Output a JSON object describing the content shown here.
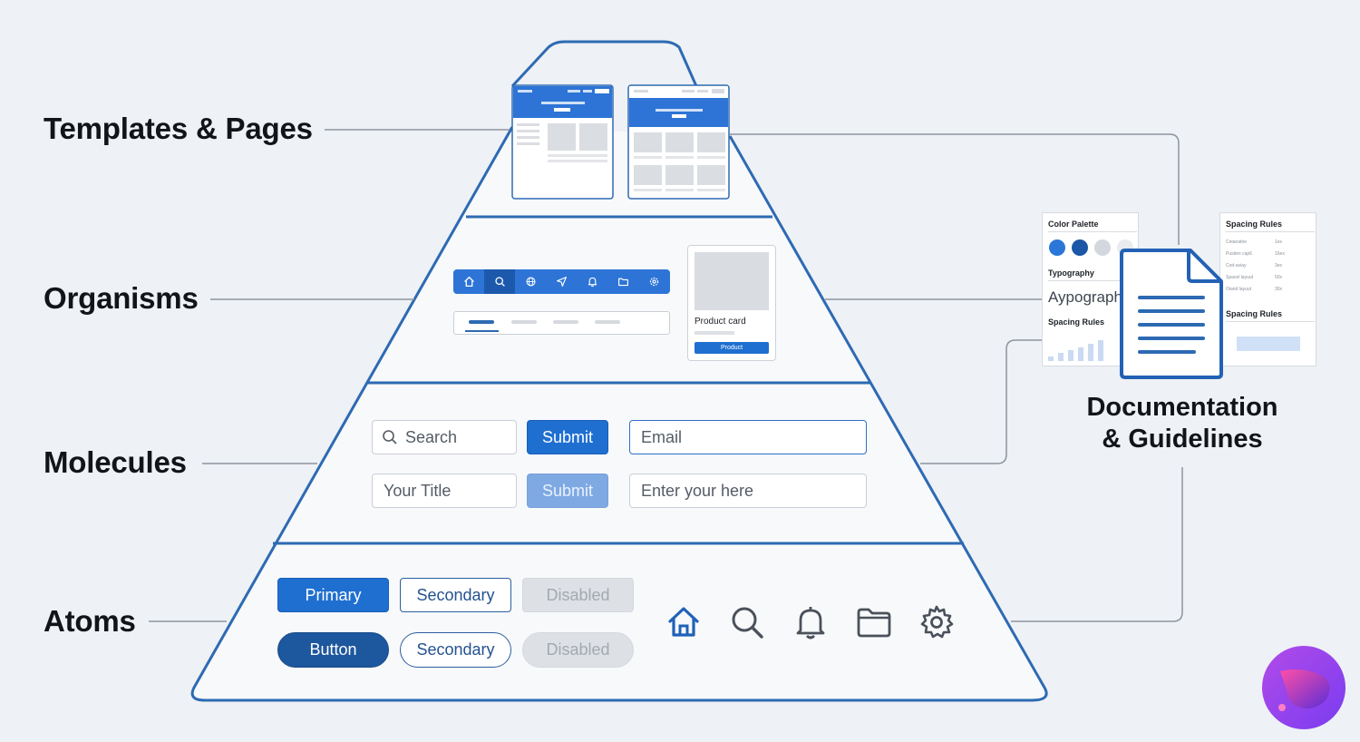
{
  "layers": {
    "templates": "Templates & Pages",
    "organisms": "Organisms",
    "molecules": "Molecules",
    "atoms": "Atoms"
  },
  "molecules": {
    "search_placeholder": "Search",
    "submit_primary": "Submit",
    "email_placeholder": "Email",
    "title_placeholder": "Your Title",
    "submit_soft": "Submit",
    "generic_placeholder": "Enter your here"
  },
  "atoms": {
    "primary": "Primary",
    "secondary": "Secondary",
    "disabled": "Disabled",
    "button": "Button",
    "secondary_pill": "Secondary",
    "disabled_pill": "Disabled",
    "icons": [
      "home-icon",
      "search-icon",
      "bell-icon",
      "folder-icon",
      "gear-icon"
    ]
  },
  "organisms": {
    "nav_icons": [
      "home-icon",
      "search-icon",
      "globe-icon",
      "send-icon",
      "bell-icon",
      "folder-icon",
      "gear-icon"
    ],
    "card_title": "Product card",
    "card_button": "Product"
  },
  "docs": {
    "palette_title": "Color Palette",
    "typography_title": "Typography",
    "typography_sample": "Aypograph",
    "spacing_title_left": "Spacing Rules",
    "spacing_title_right": "Spacing Rules",
    "spacing_title_right2": "Spacing Rules",
    "spacing_rows": [
      {
        "label": "Cetanatire",
        "value": "1ex"
      },
      {
        "label": "Pustien cap6",
        "value": "16ex"
      },
      {
        "label": "Cod-aviay",
        "value": "3ex"
      },
      {
        "label": "Spacel layuut",
        "value": "50x"
      },
      {
        "label": "Oiand layuut",
        "value": "30x"
      }
    ],
    "heading_line1": "Documentation",
    "heading_line2": "& Guidelines"
  },
  "colors": {
    "accent": "#1f6fd1",
    "outline": "#2d6ab3",
    "palette": [
      "#2b77d8",
      "#1c56a6",
      "#d3d7de",
      "#e9ebef"
    ]
  }
}
